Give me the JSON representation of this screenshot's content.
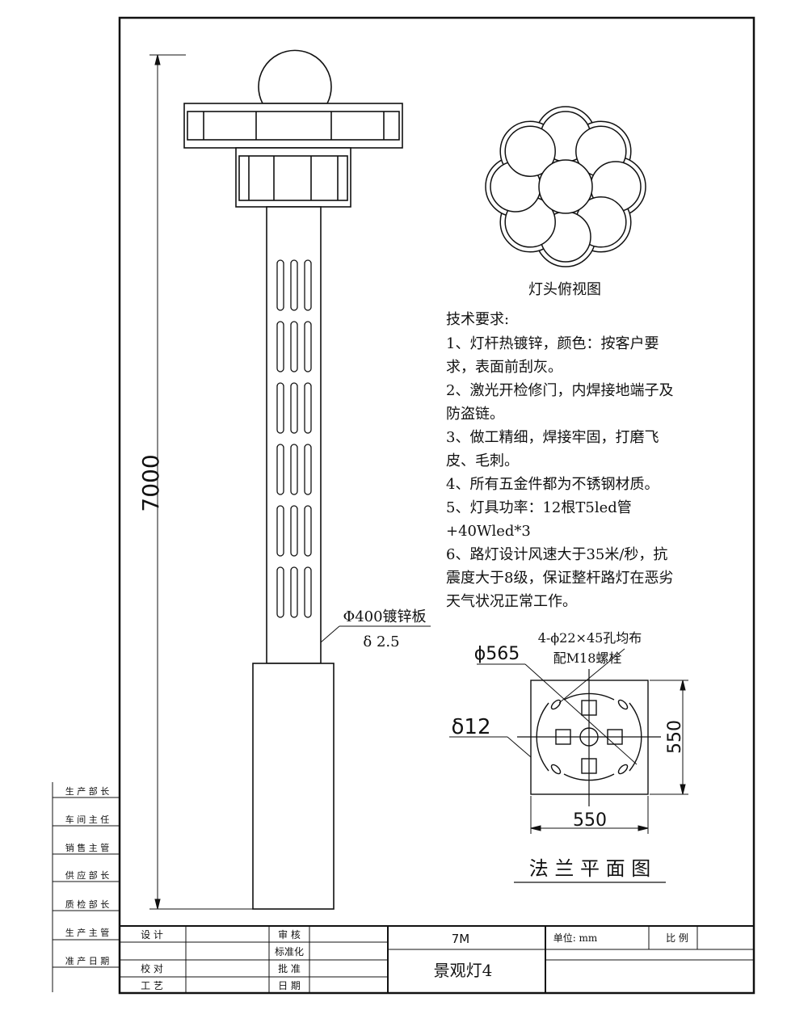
{
  "drawing": {
    "overall_height": "7000",
    "pole_label": "Φ400镀锌板",
    "pole_thickness": "δ 2.5",
    "lamp_top_view_title": "灯头俯视图",
    "flange_title": "法 兰 平 面 图",
    "flange_bolt_note_line1": "4-ϕ22×45孔均布",
    "flange_bolt_note_line2": "配M18螺栓",
    "flange_diameter": "ϕ565",
    "flange_thickness": "δ12",
    "flange_width": "550",
    "flange_height": "550"
  },
  "tech_requirements": {
    "heading": "技术要求:",
    "lines": [
      "1、灯杆热镀锌，颜色：按客户要",
      "求，表面前刮灰。",
      "2、激光开检修门，内焊接地端子及",
      "防盗链。",
      "3、做工精细，焊接牢固，打磨飞",
      "皮、毛刺。",
      "4、所有五金件都为不锈钢材质。",
      "5、灯具功率：12根T5led管",
      "+40Wled*3",
      "6、路灯设计风速大于35米/秒，抗",
      "震度大于8级，保证整杆路灯在恶劣",
      "天气状况正常工作。"
    ]
  },
  "approval_column": [
    "生 产 部 长",
    "车 间 主 任",
    "销 售 主 管",
    "供 应 部 长",
    "质 检 部 长",
    "生 产 主 管",
    "准 产 日 期"
  ],
  "title_block": {
    "design": "设 计",
    "review": "审 核",
    "standardize": "标准化",
    "proofread": "校 对",
    "approve": "批 准",
    "process": "工 艺",
    "date": "日 期",
    "height_code": "7M",
    "drawing_name": "景观灯4",
    "unit": "单位: mm",
    "scale": "比 例"
  }
}
